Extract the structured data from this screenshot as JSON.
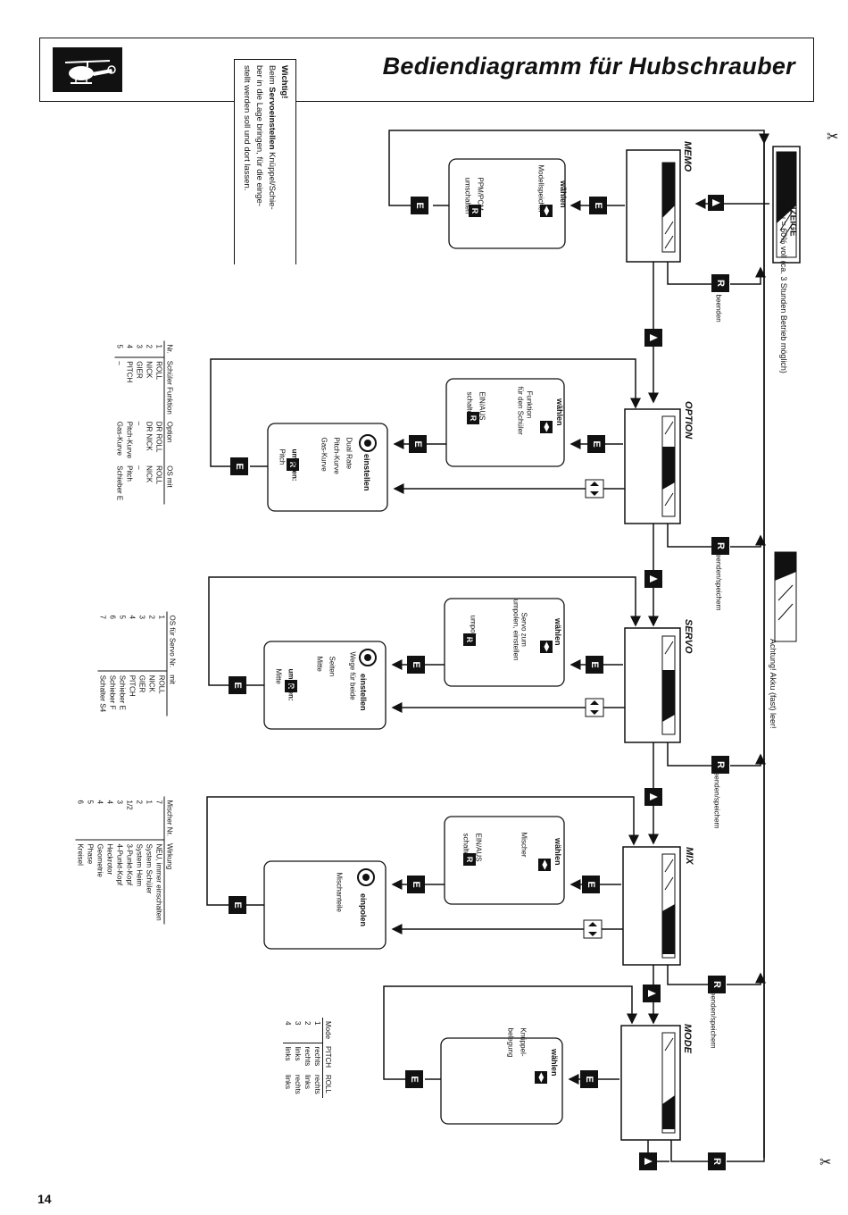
{
  "header": {
    "title": "Bediendiagramm für Hubschrauber"
  },
  "page_number": "14",
  "keys": {
    "enter": "E",
    "return": "R",
    "select": "◀▶",
    "down": "▼",
    "up_down": "▲▼"
  },
  "side": {
    "betrieb_title": "BETRIEBSANZEIGE",
    "akku_note": "Akku = 60% voll (ca. 3 Stunden Betrieb möglich)",
    "akku_warn": "Achtung! Akku (fast) leer!"
  },
  "important": {
    "title": "Wichtig!",
    "line1_a": "Beim ",
    "line1_b": "Servoeinstellen",
    "line1_c": " Knüppel/Schie-",
    "line2": "ber in die Lage bringen, für die einge-",
    "line3": "stellt werden soll und dort lassen."
  },
  "memo": {
    "label": "MEMO",
    "select": "wählen",
    "select_sub": "Modellspeicher",
    "r_text": "PPM/PCM",
    "r_sub": "umschalten",
    "end": "beenden"
  },
  "option": {
    "label": "OPTION",
    "select": "wählen",
    "select_sub1": "Funktion",
    "select_sub2": "für den Schüler",
    "r_text": "EIN/AUS",
    "r_sub": "schalten",
    "adj_title": "einstellen",
    "adj_l1": "Dual Rate",
    "adj_l2": "Pitch-Kurve",
    "adj_l3": "Gas-Kurve",
    "adj_r": "umpolen:",
    "adj_r2": "Pitch",
    "end": "beenden/speichern"
  },
  "servo": {
    "label": "SERVO",
    "select": "wählen",
    "select_sub1": "Servo zum",
    "select_sub2": "umpolen, einstellen",
    "r_text": "umpolen",
    "adj_title": "einstellen",
    "adj_l1": "Wege für beide",
    "adj_l2": "Seiten",
    "adj_l3": "Mitte",
    "adj_r": "umpolen:",
    "adj_r2": "Mitte",
    "end": "beenden/speichern"
  },
  "mix": {
    "label": "MIX",
    "select": "wählen",
    "select_sub": "Mischer",
    "r_text": "EIN/AUS",
    "r_sub": "schalten",
    "adj_title": "einpolen",
    "adj_l1": "Mischanteile",
    "end": "beenden/speichern"
  },
  "mode": {
    "label": "MODE",
    "select": "wählen",
    "select_sub1": "Knüppel-",
    "select_sub2": "belegung"
  },
  "table_option": {
    "headers": [
      "Nr.",
      "Schüler Funktion",
      "Option",
      "OS mit"
    ],
    "rows": [
      [
        "1",
        "ROLL",
        "DR ROLL",
        "ROLL"
      ],
      [
        "2",
        "NICK",
        "DR NICK",
        "NICK"
      ],
      [
        "3",
        "GIER",
        "–",
        "–"
      ],
      [
        "4",
        "PITCH",
        "Pitch-Kurve",
        "Pitch"
      ],
      [
        "5",
        "–",
        "Gas-Kurve",
        "Schieber E"
      ]
    ]
  },
  "table_servo": {
    "headers": [
      "OS für Servo Nr.",
      "mit"
    ],
    "rows": [
      [
        "1",
        "ROLL"
      ],
      [
        "2",
        "NICK"
      ],
      [
        "3",
        "GIER"
      ],
      [
        "4",
        "PITCH"
      ],
      [
        "5",
        "Schieber E"
      ],
      [
        "6",
        "Schieber F"
      ],
      [
        "7",
        "Schalter S4"
      ]
    ]
  },
  "table_mix": {
    "headers": [
      "Mischer Nr.",
      "Wirkung"
    ],
    "rows": [
      [
        "7",
        "NEU, immer einschalten"
      ],
      [
        "1",
        "System Schüler"
      ],
      [
        "2",
        "System Heim"
      ],
      [
        "1/2",
        "3-Punkt-Kopf"
      ],
      [
        "3",
        "4-Punkt-Kopf"
      ],
      [
        "4",
        "Heckrotor"
      ],
      [
        "4",
        "Geometrie"
      ],
      [
        "5",
        "Phase"
      ],
      [
        "6",
        "Kreisel"
      ]
    ]
  },
  "table_mode": {
    "headers": [
      "Mode",
      "PITCH",
      "ROLL"
    ],
    "rows": [
      [
        "1",
        "rechts",
        "rechts"
      ],
      [
        "2",
        "rechts",
        "links"
      ],
      [
        "3",
        "links",
        "rechts"
      ],
      [
        "4",
        "links",
        "links"
      ]
    ]
  }
}
